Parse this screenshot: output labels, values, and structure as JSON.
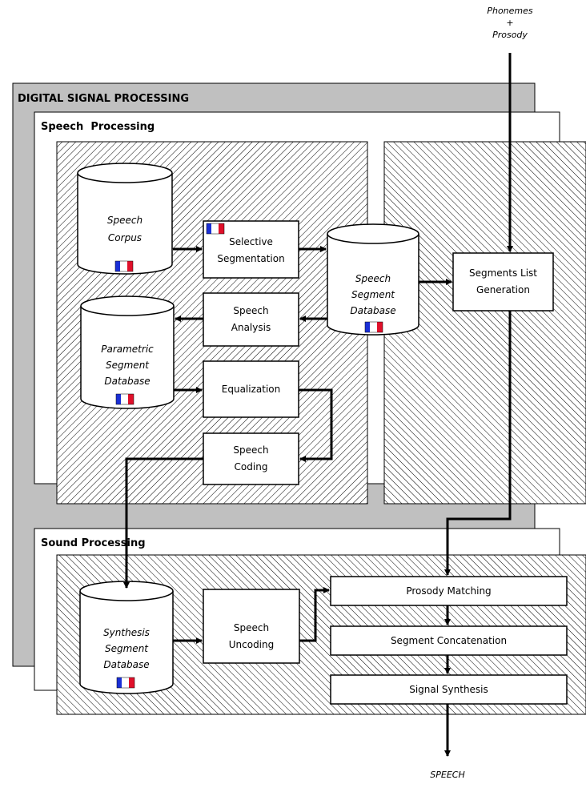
{
  "headers": {
    "dsp": "DIGITAL SIGNAL PROCESSING",
    "speech_processing": "Speech  Processing",
    "sound_processing": "Sound Processing"
  },
  "io": {
    "input": "Phonemes\n+\nProsody",
    "output": "SPEECH"
  },
  "databases": {
    "speech_corpus": "Speech\nCorpus",
    "parametric_db": "Parametric\nSegment\nDatabase",
    "speech_segment_db": "Speech\nSegment\nDatabase",
    "synthesis_db": "Synthesis\nSegment\nDatabase"
  },
  "processes": {
    "selective_segmentation": "Selective\nSegmentation",
    "speech_analysis": "Speech\nAnalysis",
    "equalization": "Equalization",
    "speech_coding": "Speech\nCoding",
    "segments_list": "Segments List\nGeneration",
    "speech_uncoding": "Speech\nUncoding",
    "prosody_matching": "Prosody Matching",
    "segment_concatenation": "Segment Concatenation",
    "signal_synthesis": "Signal Synthesis"
  },
  "colors": {
    "panel_gray": "#c0c0c0",
    "flag_blue": "#1a2fd6",
    "flag_red": "#e0102a"
  },
  "flags": [
    "french-flag-icon"
  ]
}
